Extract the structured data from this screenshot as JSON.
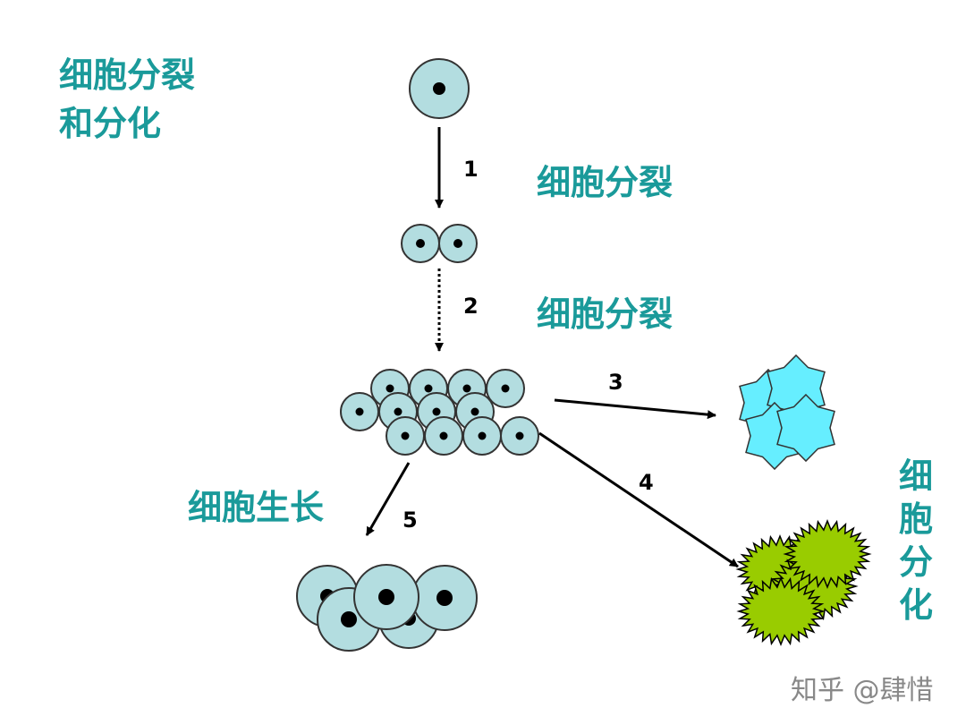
{
  "title_line1": "细胞分裂",
  "title_line2": "和分化",
  "steps": [
    {
      "number": "1",
      "label": "细胞分裂"
    },
    {
      "number": "2",
      "label": "细胞分裂"
    },
    {
      "number": "3",
      "label": ""
    },
    {
      "number": "4",
      "label": "细胞分化"
    },
    {
      "number": "5",
      "label": "细胞生长"
    }
  ],
  "differentiation_vertical_chars": [
    "细",
    "胞",
    "分",
    "化"
  ],
  "watermark": "知乎 @肆惜",
  "colors": {
    "label_teal": "#1a9a9a",
    "cell_fill": "#b3dde0",
    "nucleus": "#000000",
    "star_cell": "#66eeff",
    "spiky_cell": "#99cc00"
  }
}
